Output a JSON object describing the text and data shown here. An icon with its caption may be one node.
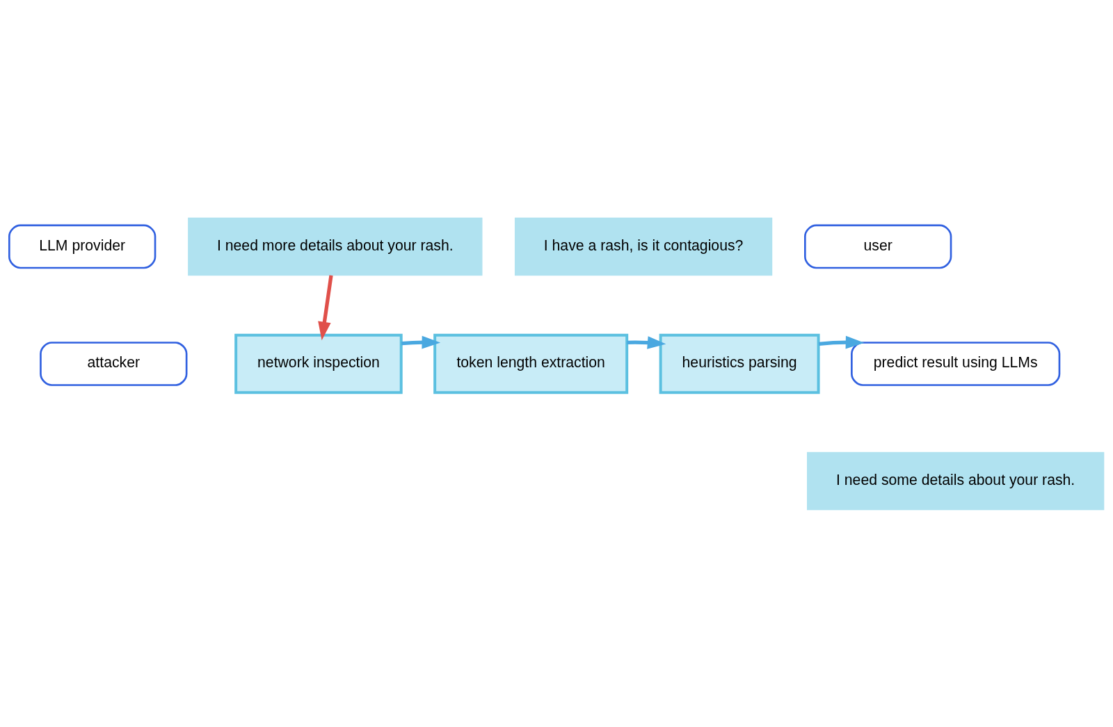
{
  "diagram": {
    "nodes": [
      {
        "text": [
          "LLM provider"
        ]
      },
      {
        "text": [
          "I need more details about your rash."
        ]
      },
      {
        "text": [
          "I have a rash, is it contagious?"
        ]
      },
      {
        "text": [
          "user"
        ]
      },
      {
        "text": [
          "attacker"
        ]
      },
      {
        "text": [
          "network inspection"
        ]
      },
      {
        "text": [
          "token length extraction"
        ]
      },
      {
        "text": [
          "heuristics parsing"
        ]
      },
      {
        "text": [
          "predict result using LLMs"
        ]
      },
      {
        "text": [
          "I need some details about your rash."
        ]
      }
    ],
    "edges": [
      {
        "from": 1,
        "to": 5,
        "arrow": "to",
        "color": "#e0504a"
      },
      {
        "from": 5,
        "to": 6,
        "arrow": "to"
      },
      {
        "from": 6,
        "to": 7,
        "arrow": "to"
      },
      {
        "from": 7,
        "to": 8,
        "arrow": "to"
      }
    ]
  }
}
